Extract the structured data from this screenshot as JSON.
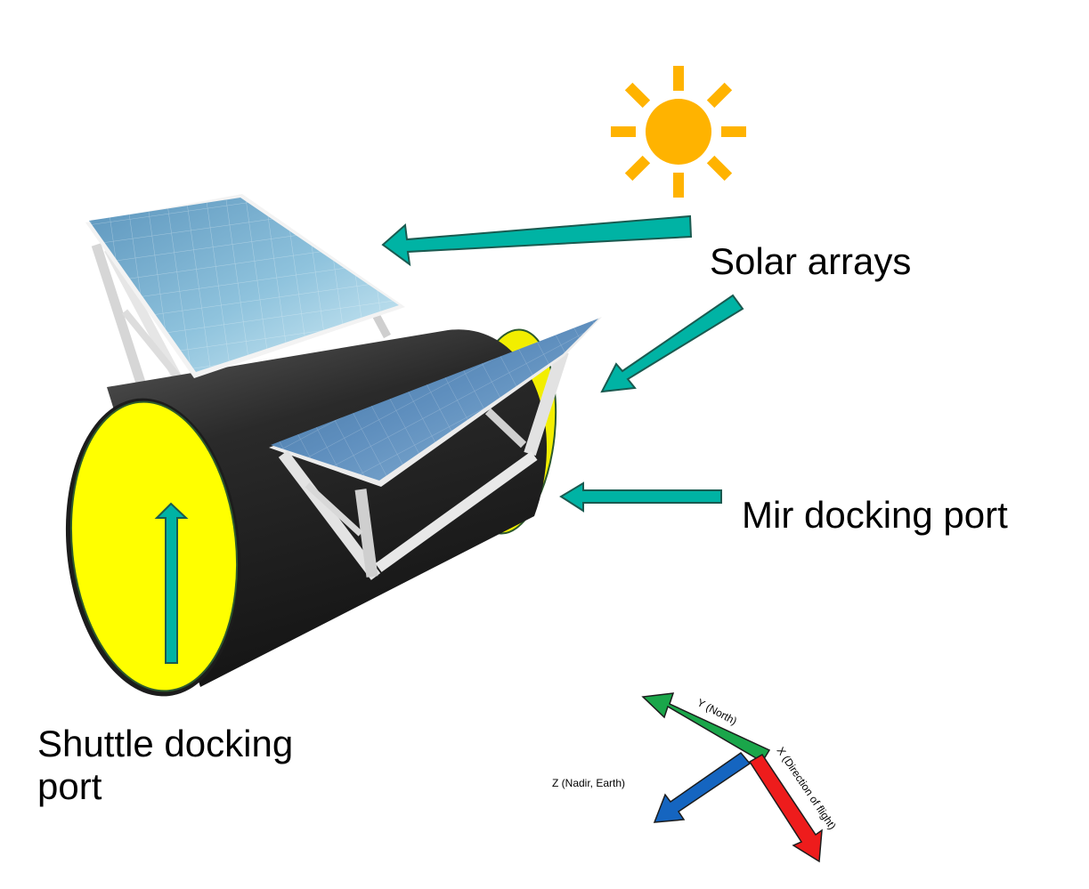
{
  "labels": {
    "solar_arrays": "Solar arrays",
    "mir_docking_port": "Mir docking port",
    "shuttle_docking_port": "Shuttle docking port"
  },
  "axes": {
    "y": "Y (North)",
    "x": "X (Direction of flight)",
    "z": "Z (Nadir, Earth)"
  },
  "colors": {
    "pointer_arrow": "#00b3a4",
    "port_face": "#ffff00",
    "module_body": "#232323",
    "sun": "#ffb300",
    "axis_y": "#1aa64a",
    "axis_x": "#ee1c1c",
    "axis_z": "#1565c0"
  },
  "icons": {
    "sun": "sun-icon"
  }
}
